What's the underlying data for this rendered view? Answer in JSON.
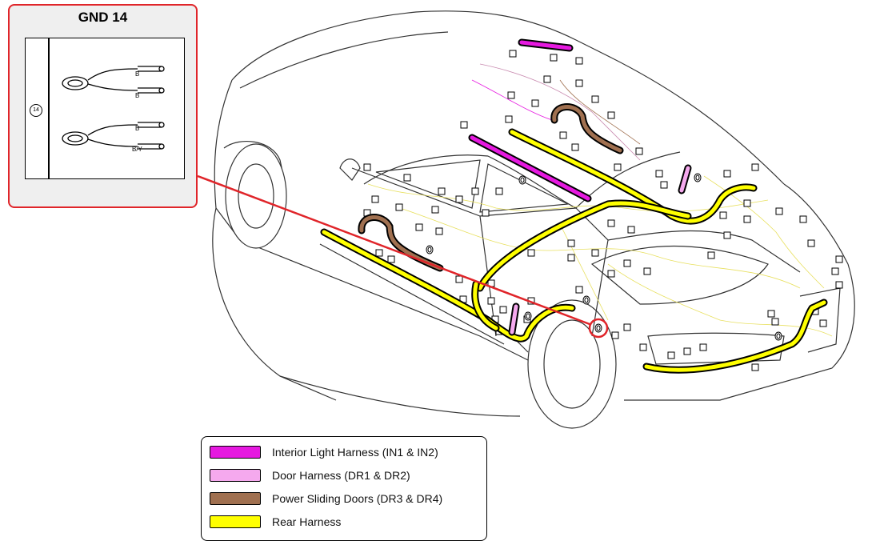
{
  "callout": {
    "title": "GND 14",
    "ground_number": "14",
    "wires": [
      {
        "label": "B"
      },
      {
        "label": "B"
      },
      {
        "label": "B"
      },
      {
        "label": "B/Y"
      }
    ]
  },
  "legend": {
    "items": [
      {
        "label": "Interior Light Harness (IN1 & IN2)",
        "color": "#e619e0"
      },
      {
        "label": "Door Harness (DR1 & DR2)",
        "color": "#f5a9ee"
      },
      {
        "label": "Power Sliding Doors (DR3 & DR4)",
        "color": "#a07050"
      },
      {
        "label": "Rear Harness",
        "color": "#ffff00"
      }
    ]
  },
  "colors": {
    "highlight": "#e0252a",
    "interior_light": "#e619e0",
    "door": "#f5a9ee",
    "power_sliding": "#a07050",
    "rear": "#ffff00",
    "thin_rear_wire": "#e8e060"
  }
}
